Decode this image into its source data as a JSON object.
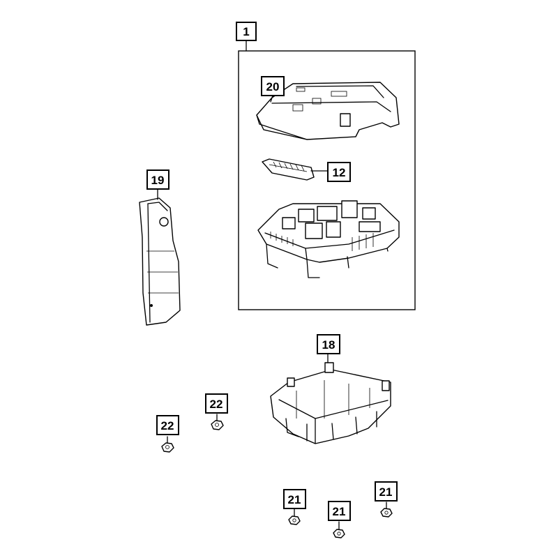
{
  "diagram": {
    "callouts": [
      {
        "id": "c1",
        "label": "1"
      },
      {
        "id": "c20",
        "label": "20"
      },
      {
        "id": "c12",
        "label": "12"
      },
      {
        "id": "c19",
        "label": "19"
      },
      {
        "id": "c18",
        "label": "18"
      },
      {
        "id": "c22a",
        "label": "22"
      },
      {
        "id": "c22b",
        "label": "22"
      },
      {
        "id": "c21a",
        "label": "21"
      },
      {
        "id": "c21b",
        "label": "21"
      },
      {
        "id": "c21c",
        "label": "21"
      }
    ]
  }
}
